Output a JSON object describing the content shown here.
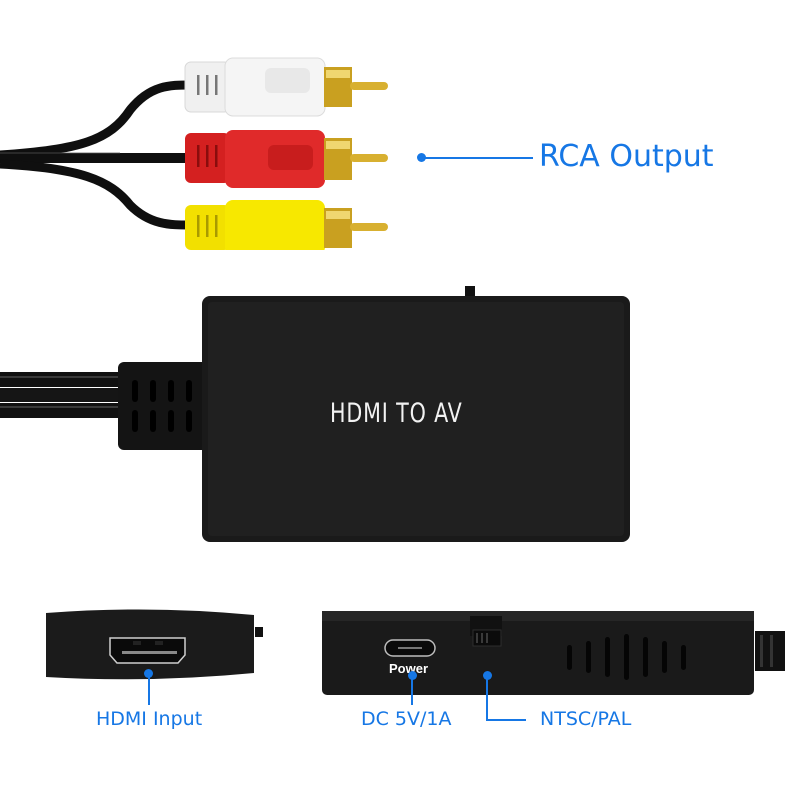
{
  "scene": {
    "description": "HDMI to AV converter product photo with callout labels",
    "background": "#ffffff",
    "accent_color": "#1677e5"
  },
  "rca_cable": {
    "plugs": [
      {
        "color_name": "white",
        "color": "#eeeeee"
      },
      {
        "color_name": "red",
        "color": "#d92424"
      },
      {
        "color_name": "yellow",
        "color": "#f4e300"
      }
    ],
    "tip_color": "#c9a020",
    "callout": {
      "label": "RCA Output"
    }
  },
  "main_device": {
    "label": "HDMI TO AV",
    "body_color": "#1c1c1c"
  },
  "side_views": {
    "left": {
      "port": "HDMI",
      "callout": {
        "label": "HDMI Input"
      }
    },
    "right": {
      "port_label": "Power",
      "power_callout": {
        "label": "DC 5V/1A"
      },
      "switch_callout": {
        "label": "NTSC/PAL"
      },
      "vent_count": 7
    }
  }
}
